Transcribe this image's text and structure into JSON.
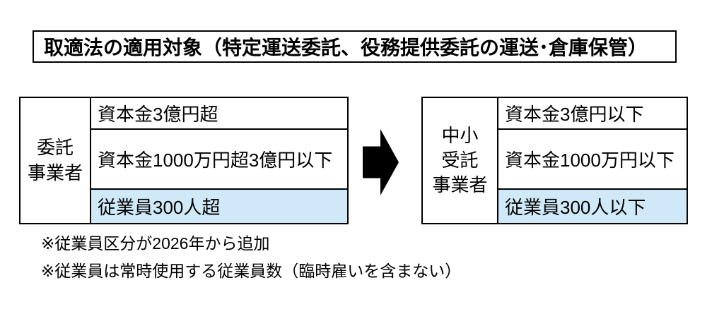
{
  "title": "取適法の適用対象（特定運送委託、役務提供委託の運送･倉庫保管）",
  "colors": {
    "background": "#ffffff",
    "text": "#000000",
    "border": "#000000",
    "arrow": "#000000",
    "highlight_blue": "#d0e9f8"
  },
  "left_table": {
    "header": "委託\n事業者",
    "rows": [
      {
        "label": "資本金3億円超",
        "highlighted": false
      },
      {
        "label": "資本金1000万円超3億円以下",
        "highlighted": false
      },
      {
        "label": "従業員300人超",
        "highlighted": true
      }
    ]
  },
  "arrow": {
    "direction": "right"
  },
  "right_table": {
    "header": "中小\n受託\n事業者",
    "rows": [
      {
        "label": "資本金3億円以下",
        "highlighted": false
      },
      {
        "label": "資本金1000万円以下",
        "highlighted": false
      },
      {
        "label": "従業員300人以下",
        "highlighted": true
      }
    ]
  },
  "footnotes": [
    "※従業員区分が2026年から追加",
    "※従業員は常時使用する従業員数（臨時雇いを含まない）"
  ]
}
